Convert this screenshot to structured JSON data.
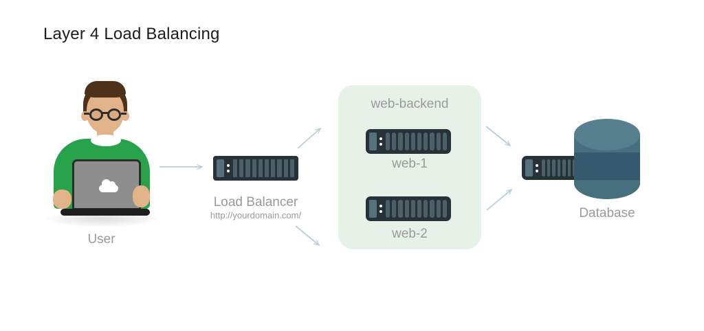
{
  "title": "Layer 4 Load Balancing",
  "nodes": {
    "user": {
      "label": "User"
    },
    "load_balancer": {
      "label": "Load Balancer",
      "url": "http://yourdomain.com/"
    },
    "backend": {
      "label": "web-backend",
      "servers": [
        {
          "label": "web-1"
        },
        {
          "label": "web-2"
        }
      ]
    },
    "database": {
      "label": "Database"
    }
  },
  "icons": {
    "user": "person-at-laptop-icon",
    "load_balancer": "rack-server-icon",
    "web_servers": "rack-server-icon",
    "database": "database-cylinder-icon",
    "laptop_logo": "cloud-icon"
  },
  "colors": {
    "title-text": "#1c1c1c",
    "label-text": "#9a9a9a",
    "arrow": "#b8cfda",
    "group-bg": "#e6f2e7",
    "server-body": "#263238",
    "server-slat": "#4d6069",
    "server-panel": "#56707c",
    "db-top": "#56808e",
    "db-body": "#47707f",
    "db-band": "#36596d",
    "sweater-green": "#27a24b",
    "skin": "#e2b289",
    "hair": "#4e3119",
    "laptop-screen": "#8e8e8e",
    "laptop-base": "#1e1e1e"
  }
}
